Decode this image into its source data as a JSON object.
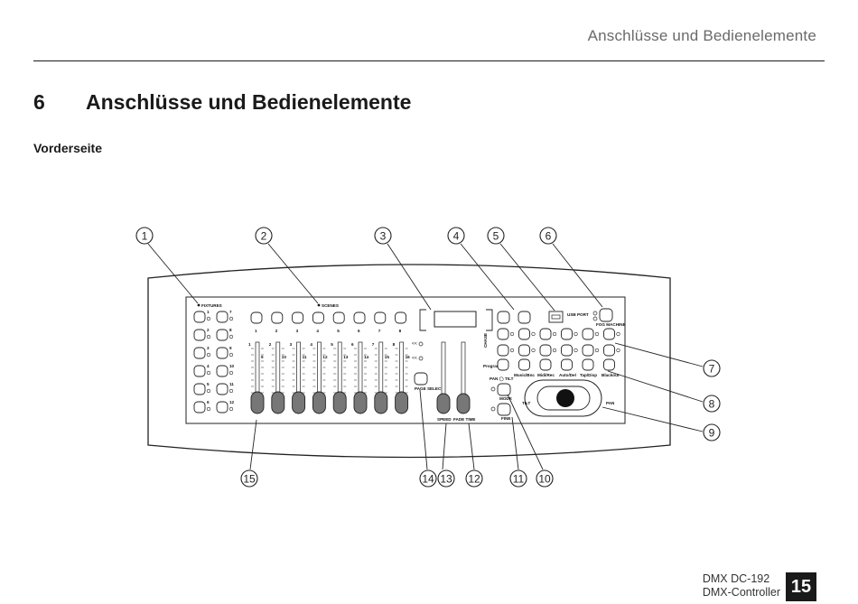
{
  "header": {
    "running_title": "Anschlüsse und Bedienelemente"
  },
  "chapter": {
    "number": "6",
    "title": "Anschlüsse und Bedienelemente"
  },
  "section": {
    "subtitle": "Vorderseite"
  },
  "figure": {
    "callouts": [
      "1",
      "2",
      "3",
      "4",
      "5",
      "6",
      "7",
      "8",
      "9",
      "10",
      "11",
      "12",
      "13",
      "14",
      "15"
    ],
    "panel_labels": {
      "fixtures": "FIXTURES",
      "scenes": "SCENES",
      "usb_port": "USB PORT",
      "fog_machine": "FOG MACHINE",
      "chase": "CHASE",
      "program": "Program",
      "music_bnk": "Music/Bnc",
      "midi_rec": "Midi/Rec",
      "auto_del": "Auto/Del",
      "tap_disp": "Tap/Disp",
      "blackout": "Blackout",
      "pan_tilt": "PAN ◯ TILT",
      "mode": "MODE",
      "fine": "FINE",
      "tilt": "TILT",
      "pan": "PAN",
      "page_select": "PAGE SELECT",
      "speed": "SPEED",
      "fade_time": "FADE TIME",
      "scene_numbers": [
        "1",
        "2",
        "3",
        "4",
        "5",
        "6",
        "7",
        "8"
      ],
      "fixture_numbers": [
        "1",
        "2",
        "3",
        "4",
        "5",
        "6",
        "7",
        "8",
        "9",
        "10",
        "11",
        "12"
      ],
      "fader_top_numbers": [
        "1",
        "2",
        "3",
        "4",
        "5",
        "6",
        "7",
        "8"
      ],
      "fader_lower_numbers": [
        "9",
        "10",
        "11",
        "12",
        "13",
        "14",
        "15",
        "16"
      ]
    }
  },
  "footer": {
    "model": "DMX DC-192",
    "product": "DMX-Controller",
    "page_number": "15"
  }
}
